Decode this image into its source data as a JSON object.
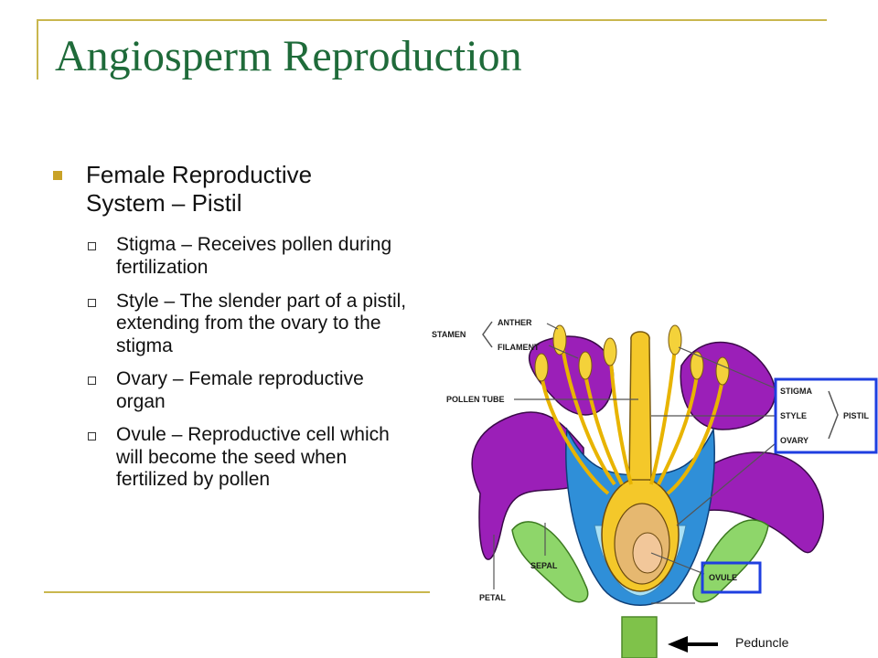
{
  "slide": {
    "title": "Angiosperm Reproduction",
    "main_bullet": "Female Reproductive System – Pistil",
    "sub_bullets": [
      "Stigma – Receives pollen during fertilization",
      "Style – The slender part of a pistil, extending from the ovary to the stigma",
      "Ovary – Female reproductive organ",
      "Ovule – Reproductive cell which will become the seed when fertilized by pollen"
    ]
  },
  "diagram": {
    "labels": {
      "stamen": "STAMEN",
      "anther": "ANTHER",
      "filament": "FILAMENT",
      "pollen_tube": "POLLEN TUBE",
      "stigma": "STIGMA",
      "style": "STYLE",
      "ovary": "OVARY",
      "pistil": "PISTIL",
      "ovule": "OVULE",
      "sepal": "SEPAL",
      "petal": "PETAL",
      "peduncle": "Peduncle"
    },
    "colors": {
      "petal": "#9b1fb8",
      "sepal_outer": "#8ed66a",
      "receptacle": "#2f8fd8",
      "light_blue": "#a8e0f5",
      "style_yellow": "#f4c82a",
      "ovary_tan": "#e6b870",
      "highlight_box": "#1f3fe0",
      "stem": "#7fc24a",
      "frame": "#c9b74e",
      "title": "#1f6b3a"
    }
  }
}
